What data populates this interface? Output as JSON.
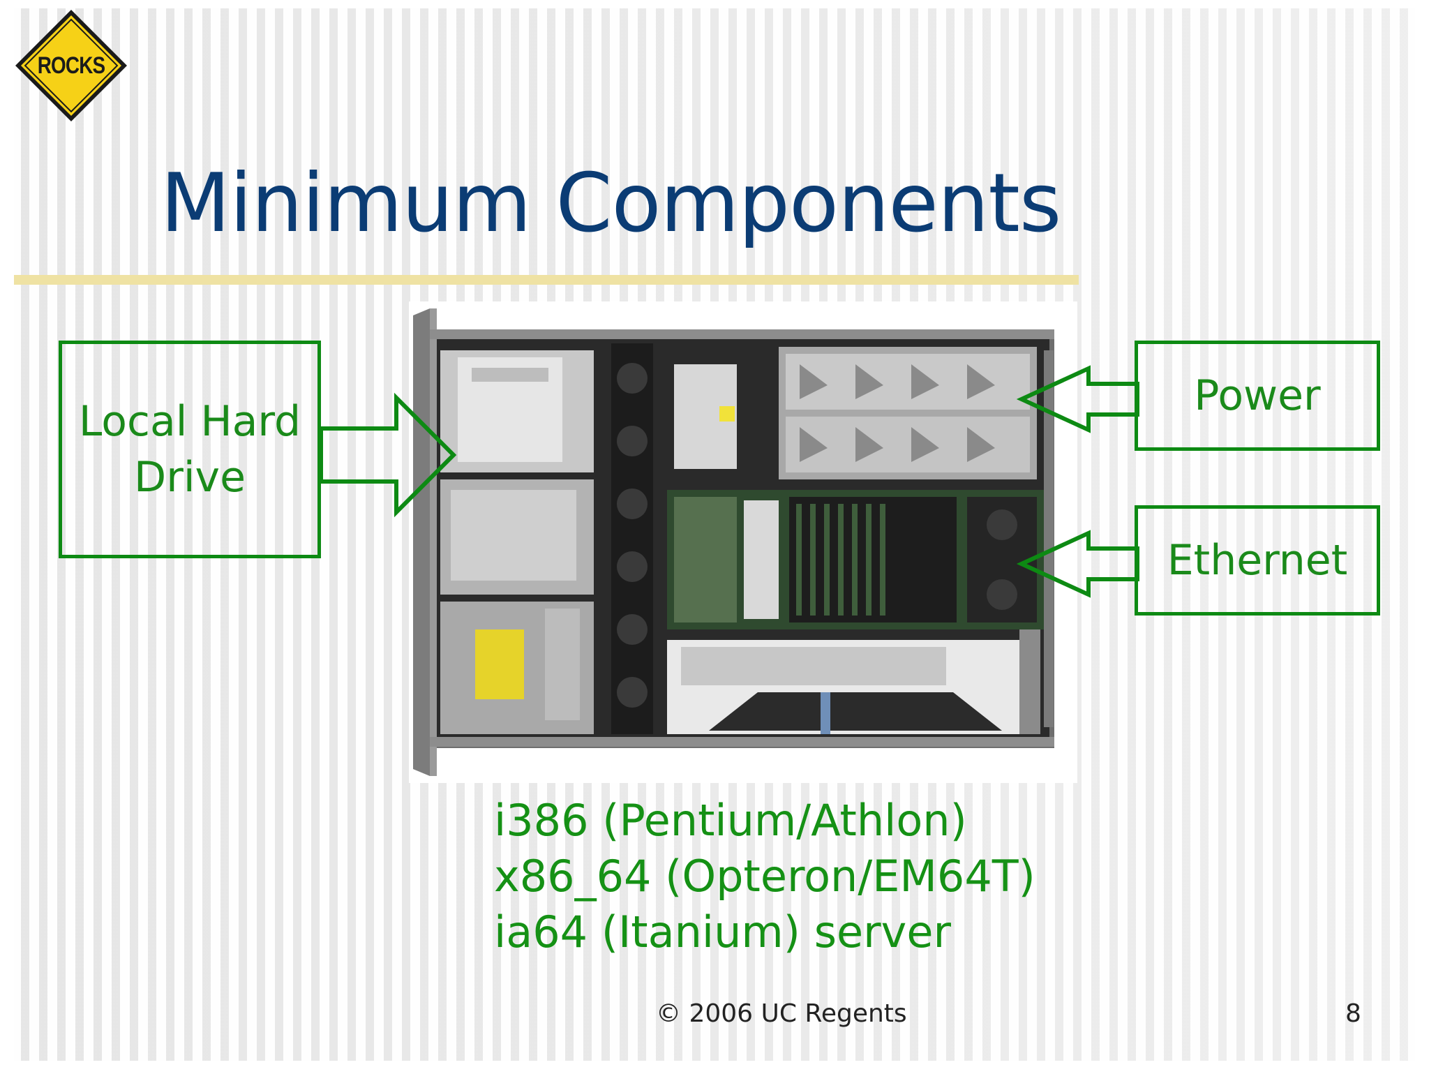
{
  "slide": {
    "title": "Minimum Components",
    "logo_text": "ROCKS",
    "callouts": {
      "hard_drive": "Local Hard Drive",
      "power": "Power",
      "ethernet": "Ethernet"
    },
    "cpu_list": [
      "i386 (Pentium/Athlon)",
      "x86_64 (Opteron/EM64T)",
      "ia64 (Itanium) server"
    ],
    "footer": "© 2006 UC Regents",
    "page_number": "8"
  },
  "colors": {
    "title": "#0b3c74",
    "callout_green": "#0d8a13",
    "text_green": "#159115",
    "rule": "#efe2a3",
    "logo_yellow": "#f6d117"
  },
  "icons": {
    "logo": "rocks-diamond-sign-icon",
    "arrows": "hollow-arrow-icon"
  }
}
